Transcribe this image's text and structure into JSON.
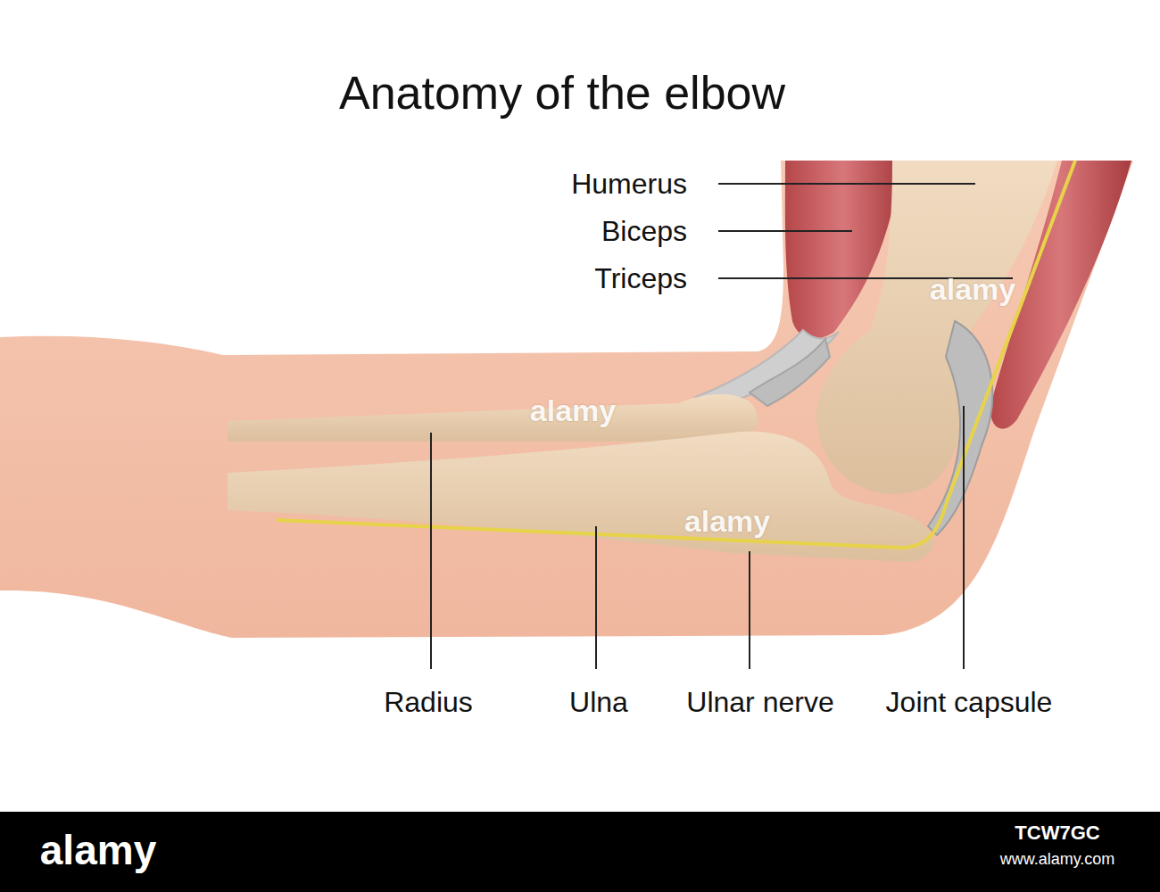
{
  "diagram": {
    "title": "Anatomy of the elbow",
    "labels": [
      "Humerus",
      "Biceps",
      "Triceps",
      "Radius",
      "Ulna",
      "Ulnar nerve",
      "Joint capsule",
      "alamy",
      "alamy",
      "alamy",
      "alamy",
      "TCW7GC",
      "www.alamy.com"
    ]
  }
}
